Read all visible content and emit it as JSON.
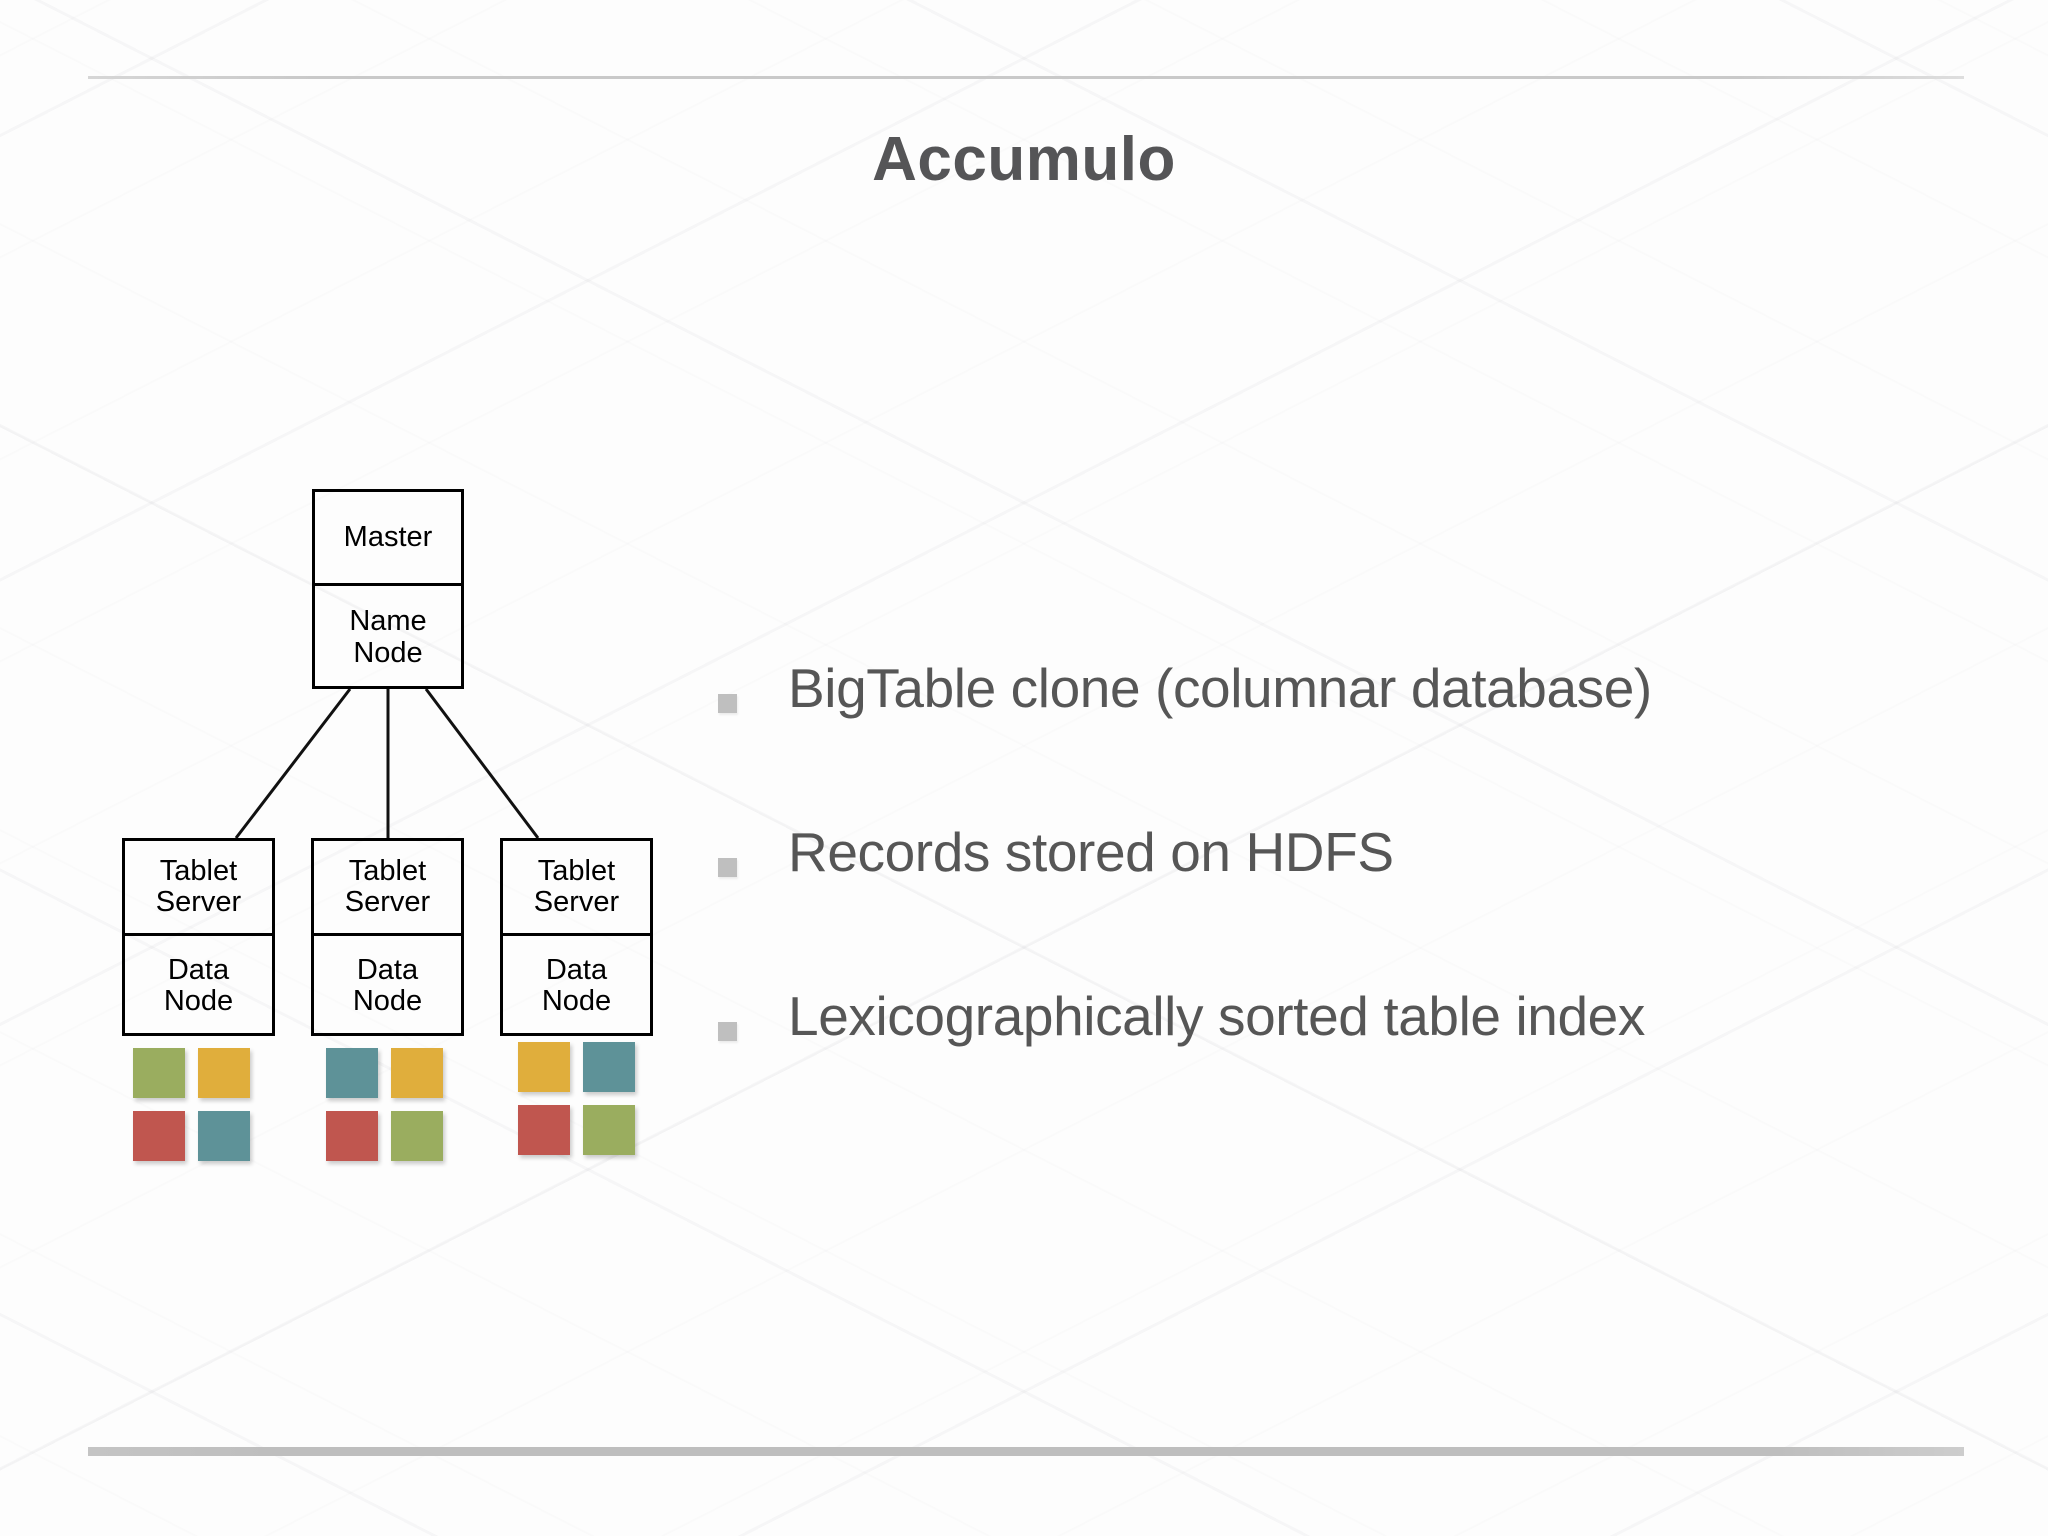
{
  "slide": {
    "title": "Accumulo",
    "title_color": "#555557",
    "background_color": "#fcfcfc",
    "rule_color": "#c9c9c9"
  },
  "diagram": {
    "master_box": {
      "top_label": "Master",
      "bottom_label": "Name\nNode"
    },
    "tablet_nodes": [
      {
        "top_label": "Tablet\nServer",
        "bottom_label": "Data\nNode"
      },
      {
        "top_label": "Tablet\nServer",
        "bottom_label": "Data\nNode"
      },
      {
        "top_label": "Tablet\nServer",
        "bottom_label": "Data\nNode"
      }
    ],
    "palette": {
      "green": "#9aad5f",
      "gold": "#e0ae3c",
      "red": "#c0564f",
      "teal": "#5e9298"
    },
    "square_groups": [
      {
        "colors": [
          "#9aad5f",
          "#e0ae3c",
          "#c0564f",
          "#5e9298"
        ]
      },
      {
        "colors": [
          "#5e9298",
          "#e0ae3c",
          "#c0564f",
          "#9aad5f"
        ]
      },
      {
        "colors": [
          "#e0ae3c",
          "#5e9298",
          "#c0564f",
          "#9aad5f"
        ]
      }
    ]
  },
  "bullets": {
    "marker_color": "#bfbfbf",
    "text_color": "#565656",
    "items": [
      {
        "text": "BigTable clone (columnar database)"
      },
      {
        "text": "Records stored on HDFS"
      },
      {
        "text": "Lexicographically sorted table index"
      }
    ]
  }
}
